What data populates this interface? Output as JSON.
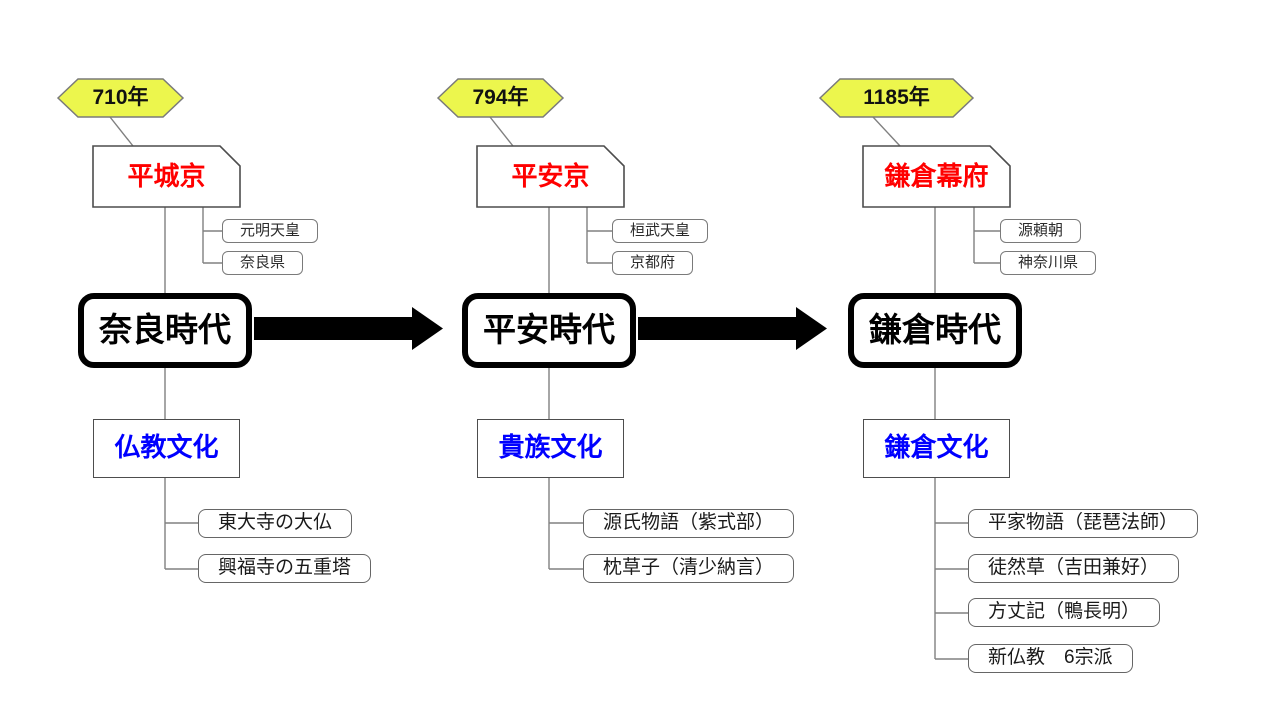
{
  "colors": {
    "badge_fill": "#ecf64d",
    "badge_stroke": "#7a7a7a",
    "capital_text": "#ff0000",
    "culture_text": "#0000ff",
    "connector": "#808080",
    "era_border": "#000000",
    "arrow_fill": "#000000"
  },
  "columns": [
    {
      "year": "710年",
      "capital": "平城京",
      "ruler": "元明天皇",
      "prefecture": "奈良県",
      "era": "奈良時代",
      "culture": "仏教文化",
      "items": [
        "東大寺の大仏",
        "興福寺の五重塔"
      ]
    },
    {
      "year": "794年",
      "capital": "平安京",
      "ruler": "桓武天皇",
      "prefecture": "京都府",
      "era": "平安時代",
      "culture": "貴族文化",
      "items": [
        "源氏物語（紫式部）",
        "枕草子（清少納言）"
      ]
    },
    {
      "year": "1185年",
      "capital": "鎌倉幕府",
      "ruler": "源頼朝",
      "prefecture": "神奈川県",
      "era": "鎌倉時代",
      "culture": "鎌倉文化",
      "items": [
        "平家物語（琵琶法師）",
        "徒然草（吉田兼好）",
        "方丈記（鴨長明）",
        "新仏教　6宗派"
      ]
    }
  ]
}
